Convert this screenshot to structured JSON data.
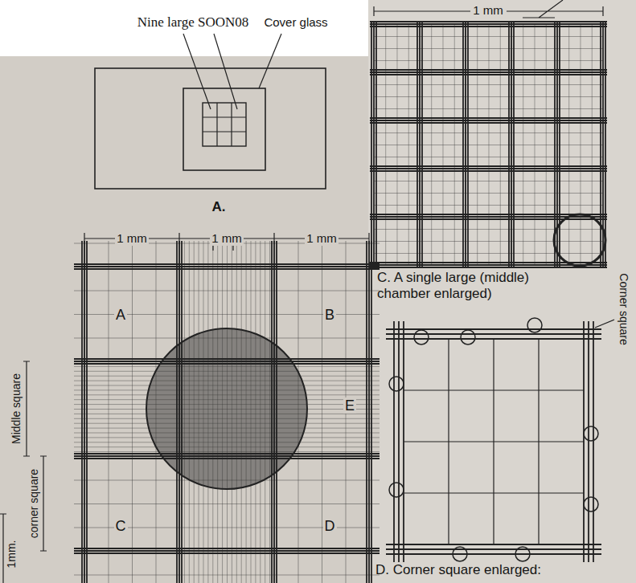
{
  "diagram": {
    "labels": [
      "Nine large SOON08",
      "Cover glass",
      "A.",
      "1 mm",
      "1 mm",
      "1 mm",
      "A",
      "B",
      "E",
      "C",
      "D",
      "Middle square",
      "corner square",
      "1mm.",
      "1 mm",
      "C. A single large (middle) chamber enlarged)",
      "Corner square",
      "D. Corner square enlarged:"
    ]
  }
}
